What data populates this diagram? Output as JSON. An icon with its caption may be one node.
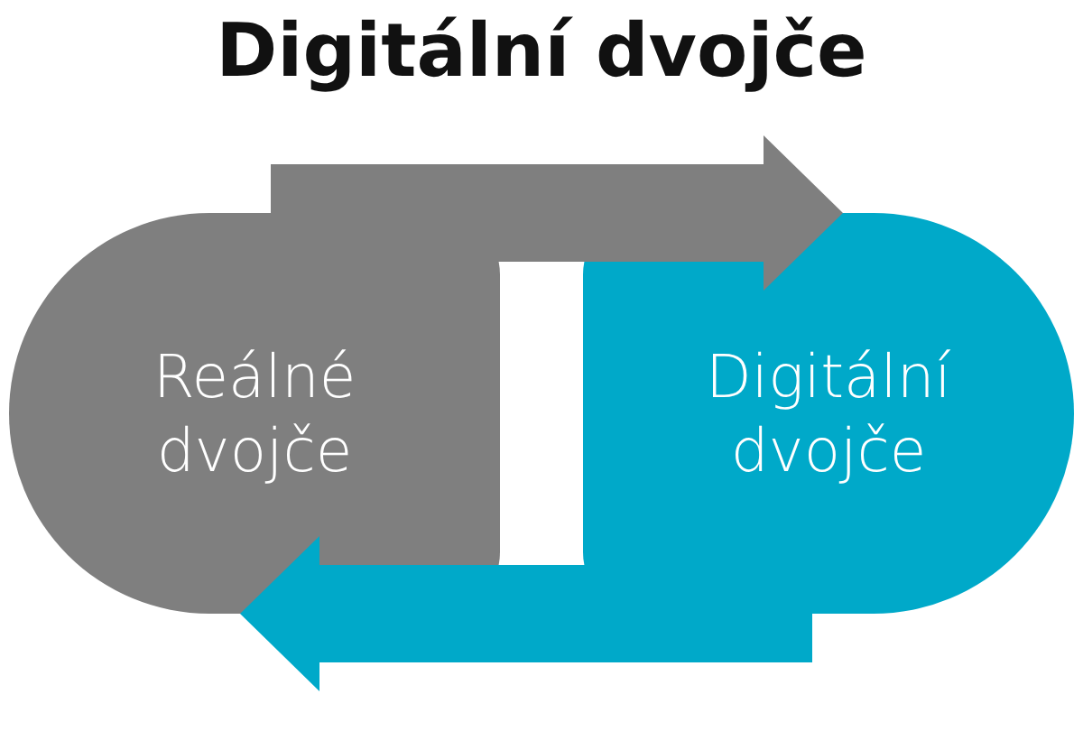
{
  "diagram": {
    "title": "Digitální dvojče",
    "nodes": [
      {
        "text": [
          "Reálné dvojče"
        ]
      },
      {
        "text": [
          "Digitální dvojče"
        ]
      }
    ],
    "edges": [
      {
        "from": 0,
        "to": 1,
        "arrow": "to",
        "style": "thick",
        "color": "#7f7f7f"
      },
      {
        "from": 1,
        "to": 0,
        "arrow": "to",
        "style": "thick",
        "color": "#00a9c9"
      }
    ]
  }
}
